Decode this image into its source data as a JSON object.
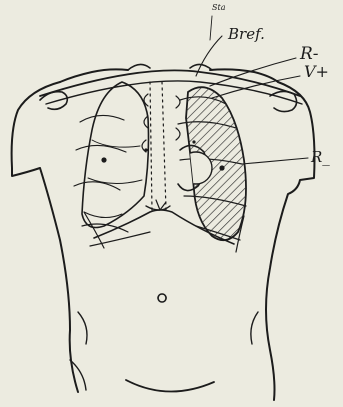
{
  "figure": {
    "labels": {
      "sup": "Sta",
      "bref": "Bref.",
      "r_minus_top": "R-",
      "v_plus": "V+",
      "r_minus_right": "R_"
    },
    "colors": {
      "paper": "#ecebe0",
      "ink": "#1c1c1c",
      "hatch": "#2a2a2a"
    }
  }
}
